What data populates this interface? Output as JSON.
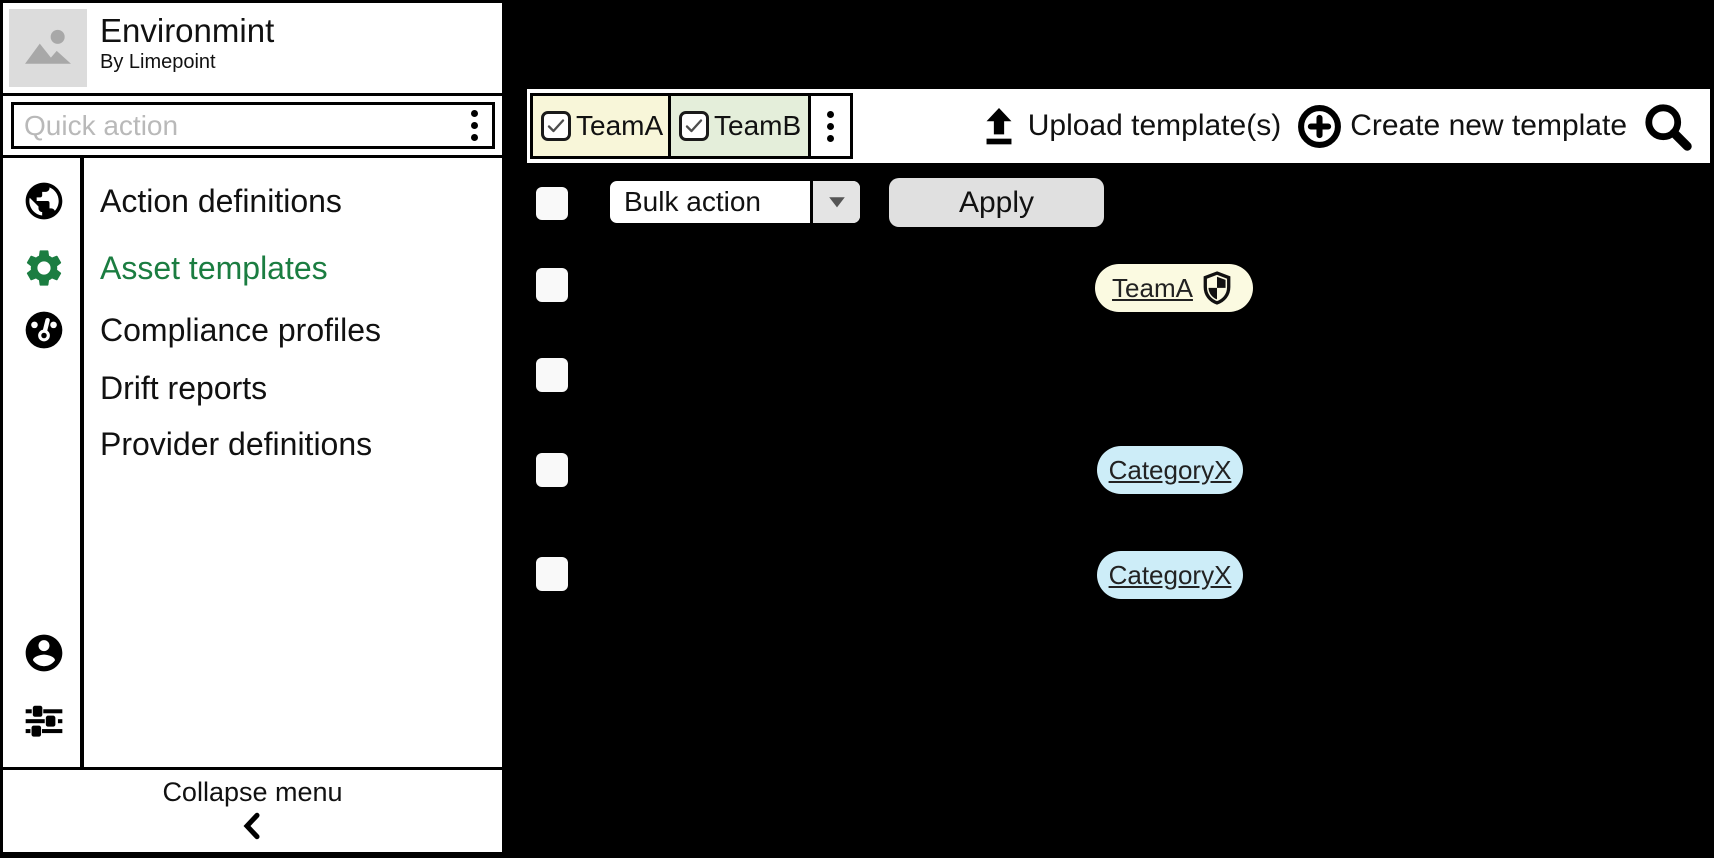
{
  "app": {
    "title": "Environmint",
    "subtitle": "By Limepoint"
  },
  "sidebar": {
    "quick_action": {
      "placeholder": "Quick action",
      "menu_icon": "kebab-menu-icon"
    },
    "nav": [
      {
        "label": "Action definitions",
        "icon": "globe-icon",
        "active": false
      },
      {
        "label": "Asset templates",
        "icon": "gear-icon",
        "active": true
      },
      {
        "label": "Compliance profiles",
        "icon": "gauge-icon",
        "active": false
      },
      {
        "label": "Drift reports",
        "icon": "",
        "active": false
      },
      {
        "label": "Provider definitions",
        "icon": "",
        "active": false
      }
    ],
    "bottom_icons": [
      "account-icon",
      "sliders-icon"
    ],
    "footer": {
      "collapse_label": "Collapse menu",
      "icon": "chevron-left-icon"
    }
  },
  "topbar": {
    "filters": [
      {
        "label": "TeamA",
        "checked": true,
        "color": "#f8f6d9"
      },
      {
        "label": "TeamB",
        "checked": true,
        "color": "#e4eeda"
      }
    ],
    "filter_menu_icon": "kebab-icon",
    "upload_label": "Upload template(s)",
    "upload_icon": "upload-icon",
    "create_label": "Create new template",
    "create_icon": "plus-circle-icon",
    "search_icon": "search-icon"
  },
  "toolbar": {
    "bulk_action_value": "Bulk action",
    "apply_label": "Apply"
  },
  "rows": [
    {
      "checked": false,
      "tag": {
        "label": "TeamA",
        "kind": "team",
        "color": "#fbfae1",
        "shield": true
      }
    },
    {
      "checked": false,
      "tag": null
    },
    {
      "checked": false,
      "tag": {
        "label": "CategoryX",
        "kind": "category",
        "color": "#cdedf8",
        "shield": false
      }
    },
    {
      "checked": false,
      "tag": {
        "label": "CategoryX",
        "kind": "category",
        "color": "#cdedf8",
        "shield": false
      }
    }
  ],
  "colors": {
    "accent_green": "#1b7d41",
    "canvas": "#000000",
    "bar_bg": "#ffffff"
  }
}
